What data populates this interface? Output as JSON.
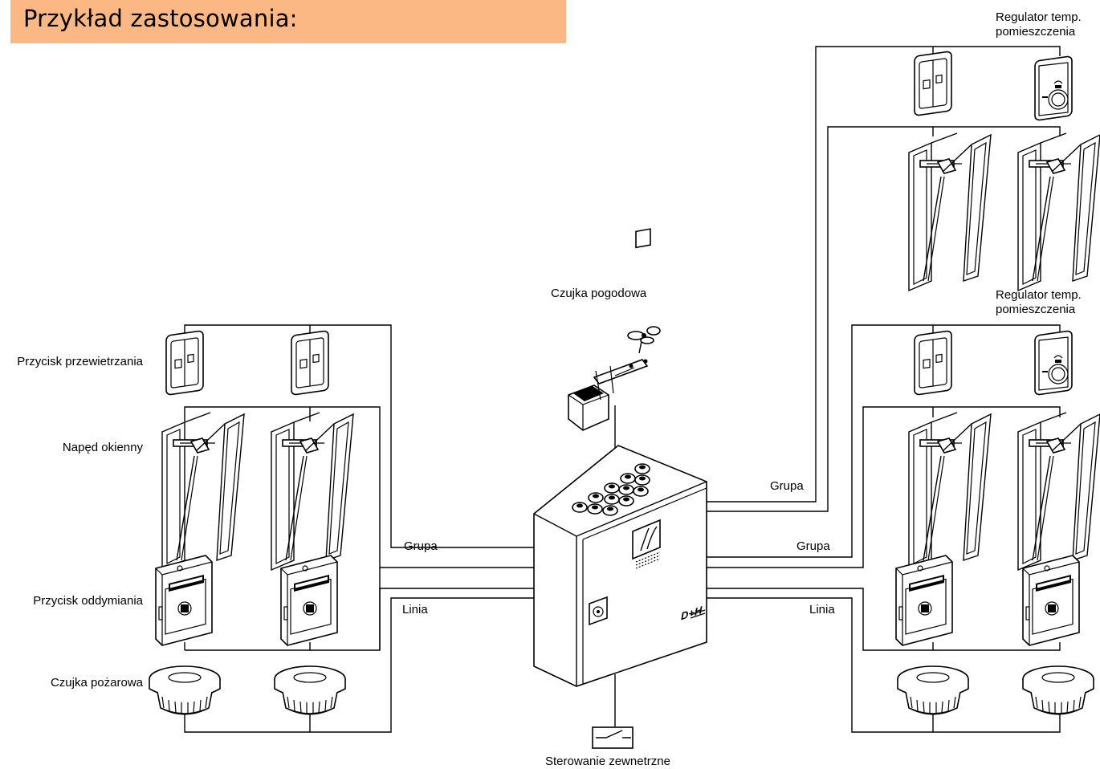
{
  "title": "Przykład zastosowania:",
  "labels": {
    "push_button": "Przycisk przewietrzania",
    "window_drive": "Napęd okienny",
    "smoke_button": "Przycisk oddymiania",
    "fire_detector": "Czujka pożarowa",
    "weather_sensor": "Czujka pogodowa",
    "external_control": "Sterowanie zewnetrzne",
    "room_temp_top": [
      "Regulator temp.",
      "pomieszczenia"
    ],
    "room_temp_mid": [
      "Regulator temp.",
      "pomieszczenia"
    ]
  },
  "connections": {
    "left_group": "Grupa",
    "left_line": "Linia",
    "right_group_top": "Grupa",
    "right_group": "Grupa",
    "right_line": "Linia"
  },
  "brand": "D+H"
}
